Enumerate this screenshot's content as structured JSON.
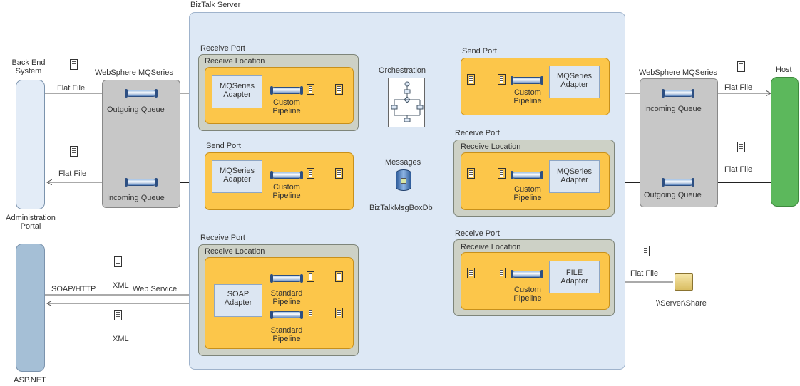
{
  "diagram": {
    "server_title": "BizTalk Server",
    "left_system": {
      "title": "Back End\nSystem",
      "admin_title": "Administration\nPortal",
      "aspnet": "ASP.NET"
    },
    "right_system": {
      "host": "Host",
      "share": "\\\\Server\\Share"
    },
    "mq_left": {
      "title": "WebSphere MQSeries",
      "outgoing": "Outgoing Queue",
      "incoming": "Incoming Queue"
    },
    "mq_right": {
      "title": "WebSphere MQSeries",
      "incoming": "Incoming Queue",
      "outgoing": "Outgoing Queue"
    },
    "labels": {
      "receive_port": "Receive Port",
      "receive_location": "Receive Location",
      "send_port": "Send Port",
      "orchestration": "Orchestration",
      "messages": "Messages",
      "msgbox": "BizTalkMsgBoxDb",
      "flat_file": "Flat File",
      "soap_http": "SOAP/HTTP",
      "web_service": "Web Service",
      "xml": "XML"
    },
    "adapters": {
      "mqseries": "MQSeries\nAdapter",
      "soap": "SOAP\nAdapter",
      "file": "FILE\nAdapter"
    },
    "pipelines": {
      "custom": "Custom\nPipeline",
      "standard": "Standard\nPipeline"
    }
  }
}
